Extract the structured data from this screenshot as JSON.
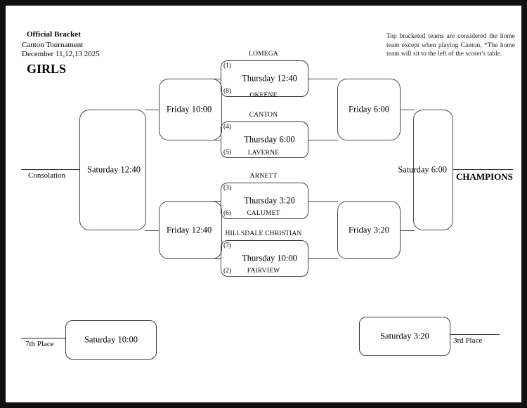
{
  "page": {
    "header": {
      "title": "Official Bracket",
      "tournament": "Canton Tournament",
      "dates": "December 11,12,13 2025",
      "division": "GIRLS"
    },
    "note": "Top bracketed teams are considered the home team except when playing Canton, *The home team will sit to the left of the scorer's table."
  },
  "round1": [
    {
      "id": "game-1",
      "top_team": "LOMEGA",
      "top_seed": "(1)",
      "bottom_team": "OKEENE",
      "bottom_seed": "(8)",
      "time": "Thursday 12:40"
    },
    {
      "id": "game-2",
      "top_team": "CANTON",
      "top_seed": "(4)",
      "bottom_team": "LAVERNE",
      "bottom_seed": "(5)",
      "time": "Thursday 6:00"
    },
    {
      "id": "game-3",
      "top_team": "ARNETT",
      "top_seed": "(3)",
      "bottom_team": "CALUMET",
      "bottom_seed": "(6)",
      "time": "Thursday 3:20"
    },
    {
      "id": "game-4",
      "top_team": "HILLSDALE CHRISTIAN",
      "top_seed": "(7)",
      "bottom_team": "FAIRVIEW",
      "bottom_seed": "(2)",
      "time": "Thursday 10:00"
    }
  ],
  "losers_semis": {
    "upper": "Friday 10:00",
    "lower": "Friday 12:40"
  },
  "winners_semis": {
    "upper": "Friday 6:00",
    "lower": "Friday 3:20"
  },
  "consolation": {
    "time": "Saturday 12:40",
    "label": "Consolation"
  },
  "championship": {
    "time": "Saturday 6:00",
    "label": "CHAMPIONS"
  },
  "placement": {
    "seventh": {
      "time": "Saturday 10:00",
      "label": "7th Place"
    },
    "third": {
      "time": "Saturday 3:20",
      "label": "3rd Place"
    }
  },
  "colors": {
    "frame": "#111111",
    "page": "#ffffff",
    "line": "#4a4a4a",
    "text": "#000000"
  }
}
